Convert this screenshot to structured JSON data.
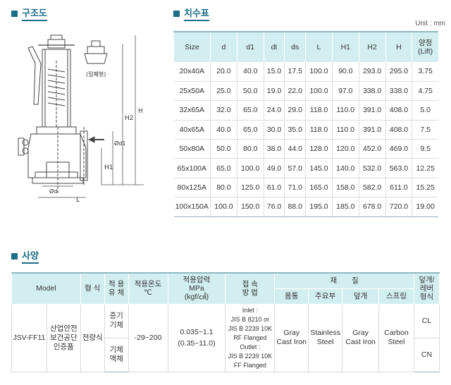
{
  "sections": {
    "structure": "구조도",
    "dimension": "치수표",
    "spec": "사양"
  },
  "unit": "Unit : mm",
  "drawing_labels": {
    "sealed": "(밀폐형)",
    "H": "H",
    "H1": "H1",
    "H2": "H2",
    "d1": "Ød1",
    "d": "Ød",
    "L": "L"
  },
  "dim_table": {
    "headers": [
      "Size",
      "d",
      "d1",
      "dt",
      "ds",
      "L",
      "H1",
      "H2",
      "H",
      "양정\n(Lift)"
    ],
    "rows": [
      [
        "20x40A",
        "20.0",
        "40.0",
        "15.0",
        "17.5",
        "100.0",
        "90.0",
        "293.0",
        "295.0",
        "3.75"
      ],
      [
        "25x50A",
        "25.0",
        "50.0",
        "19.0",
        "22.0",
        "100.0",
        "97.0",
        "338.0",
        "338.0",
        "4.75"
      ],
      [
        "32x65A",
        "32.0",
        "65.0",
        "24.0",
        "29.0",
        "118.0",
        "110.0",
        "391.0",
        "408.0",
        "5.0"
      ],
      [
        "40x65A",
        "40.0",
        "65.0",
        "30.0",
        "35.0",
        "118.0",
        "110.0",
        "391.0",
        "408.0",
        "7.5"
      ],
      [
        "50x80A",
        "50.0",
        "80.0",
        "38.0",
        "44.0",
        "128.0",
        "120.0",
        "452.0",
        "469.0",
        "9.5"
      ],
      [
        "65x100A",
        "65.0",
        "100.0",
        "49.0",
        "57.0",
        "145.0",
        "140.0",
        "532.0",
        "563.0",
        "12.25"
      ],
      [
        "80x125A",
        "80.0",
        "125.0",
        "61.0",
        "71.0",
        "165.0",
        "158.0",
        "582.0",
        "611.0",
        "15.25"
      ],
      [
        "100x150A",
        "100.0",
        "150.0",
        "76.0",
        "88.0",
        "195.0",
        "185.0",
        "678.0",
        "720.0",
        "19.00"
      ]
    ]
  },
  "spec_table": {
    "h_model": "Model",
    "h_type": "형 식",
    "h_fluid": "적 용\n유 체",
    "h_temp": "적용온도\n℃",
    "h_pressure": "적용압력\nMPa\n(kgf/㎠)",
    "h_connection": "접 속\n방 법",
    "h_material": "재　　질",
    "h_lever": "덮개/\n레버\n형식",
    "m_body": "몸통",
    "m_main": "주요부",
    "m_cover": "덮개",
    "m_spring": "스프링",
    "model": "JSV-FF11",
    "cert": "산업안전\n보건공단\n인증품",
    "type": "전량식",
    "fluid1": "증기\n기체",
    "fluid2": "기체\n액체",
    "temp": "-29~200",
    "pressure": "0.035~1.1\n(0.35~11.0)",
    "connection": "Inlet :\nJIS B 8210 or\nJIS B 2239 10K\nRF Flanged\nOutlet :\nJIS B 2239 10K\nFF Flanged",
    "body_mat": "Gray\nCast Iron",
    "main_mat": "Stainless\nSteel",
    "cover_mat": "Gray\nCast Iron",
    "spring_mat": "Carbon\nSteel",
    "lever1": "CL",
    "lever2": "CN"
  }
}
